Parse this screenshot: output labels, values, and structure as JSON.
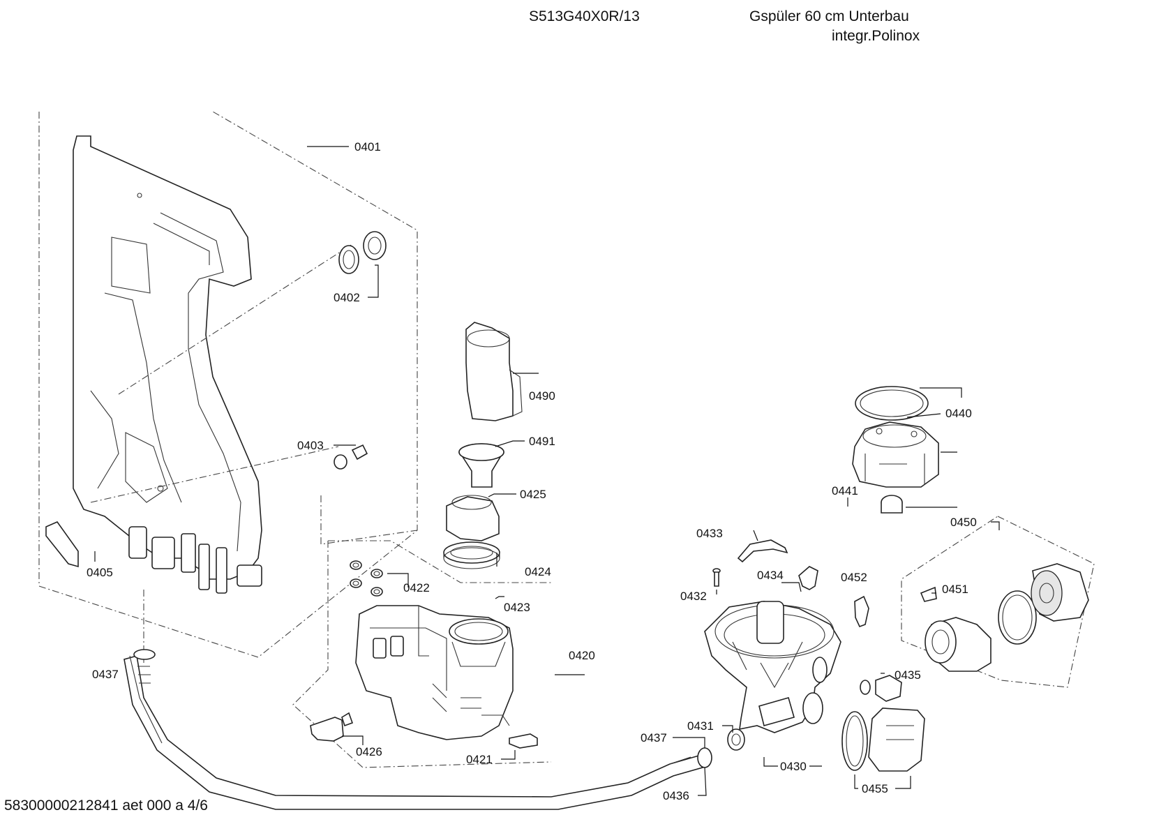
{
  "header": {
    "model": "S513G40X0R/13",
    "description_line1": "Gspüler 60 cm Unterbau",
    "description_line2": "integr.Polinox"
  },
  "footer": {
    "document_code": "58300000212841 aet 000 a 4/6"
  },
  "part_labels": {
    "p0401": "0401",
    "p0402": "0402",
    "p0403": "0403",
    "p0405": "0405",
    "p0437a": "0437",
    "p0437b": "0437",
    "p0490": "0490",
    "p0491": "0491",
    "p0425": "0425",
    "p0424": "0424",
    "p0422": "0422",
    "p0423": "0423",
    "p0420": "0420",
    "p0426": "0426",
    "p0421": "0421",
    "p0440": "0440",
    "p0441": "0441",
    "p0450": "0450",
    "p0433": "0433",
    "p0434": "0434",
    "p0452": "0452",
    "p0432": "0432",
    "p0451": "0451",
    "p0435": "0435",
    "p0431": "0431",
    "p0430": "0430",
    "p0436": "0436",
    "p0455": "0455"
  }
}
